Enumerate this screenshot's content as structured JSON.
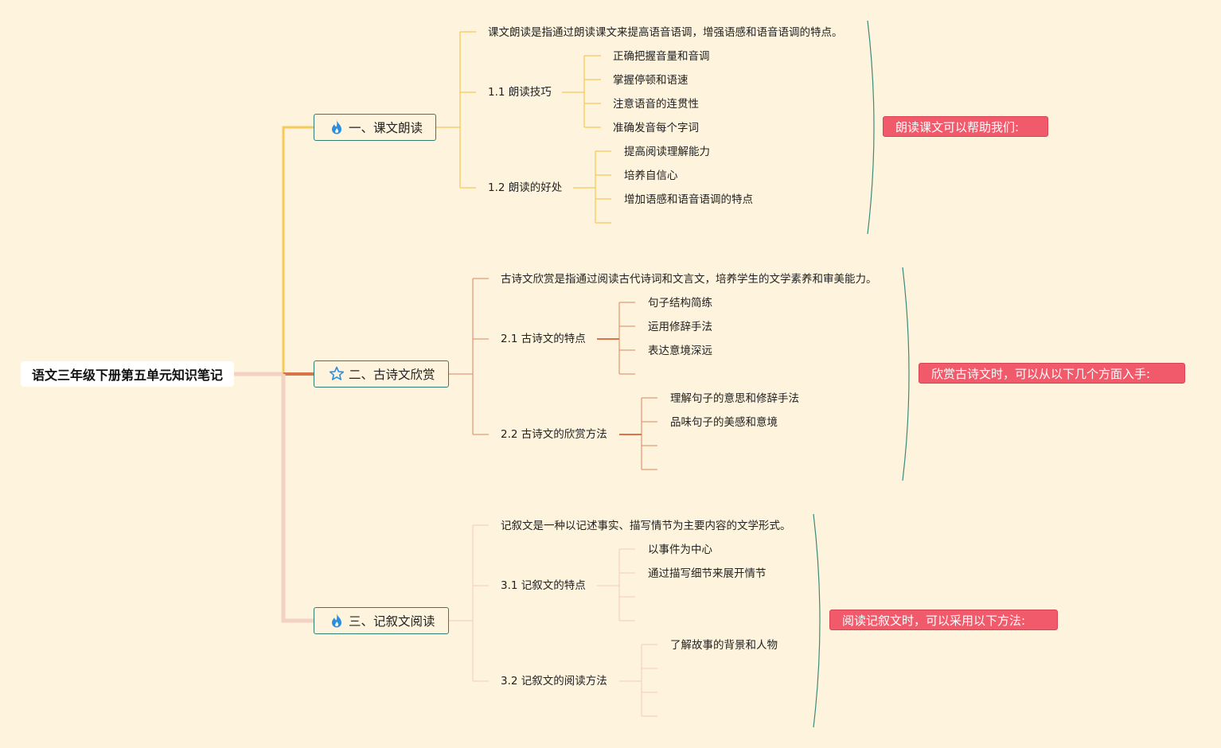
{
  "root": {
    "label": "语文三年级下册第五单元知识笔记"
  },
  "branches": [
    {
      "label": "一、课文朗读",
      "icon": "flame-icon",
      "intro": "课文朗读是指通过朗读课文来提高语音语调，增强语感和语音语调的特点。",
      "subs": [
        {
          "label": "1.1 朗读技巧",
          "items": [
            "正确把握音量和音调",
            "掌握停顿和语速",
            "注意语音的连贯性",
            "准确发音每个字词"
          ]
        },
        {
          "label": "1.2 朗读的好处",
          "items": [
            "提高阅读理解能力",
            "培养自信心",
            "增加语感和语音语调的特点"
          ]
        }
      ],
      "summary": "朗读课文可以帮助我们:"
    },
    {
      "label": "二、古诗文欣赏",
      "icon": "star-icon",
      "intro": "古诗文欣赏是指通过阅读古代诗词和文言文，培养学生的文学素养和审美能力。",
      "subs": [
        {
          "label": "2.1 古诗文的特点",
          "items": [
            "句子结构简练",
            "运用修辞手法",
            "表达意境深远"
          ]
        },
        {
          "label": "2.2 古诗文的欣赏方法",
          "items": [
            "理解句子的意思和修辞手法",
            "品味句子的美感和意境"
          ]
        }
      ],
      "summary": "欣赏古诗文时，可以从以下几个方面入手:"
    },
    {
      "label": "三、记叙文阅读",
      "icon": "flame-icon",
      "intro": "记叙文是一种以记述事实、描写情节为主要内容的文学形式。",
      "subs": [
        {
          "label": "3.1 记叙文的特点",
          "items": [
            "以事件为中心",
            "通过描写细节来展开情节"
          ]
        },
        {
          "label": "3.2 记叙文的阅读方法",
          "items": [
            "了解故事的背景和人物"
          ]
        }
      ],
      "summary": "阅读记叙文时，可以采用以下方法:"
    }
  ],
  "colors": {
    "background": "#fef4de",
    "branch1": "#f7c85a",
    "branch2": "#d9744a",
    "branch3": "#f4d2c2",
    "summary": "#f05a6b",
    "bracket": "#3d8a7a",
    "icon": "#2a8fe0"
  }
}
